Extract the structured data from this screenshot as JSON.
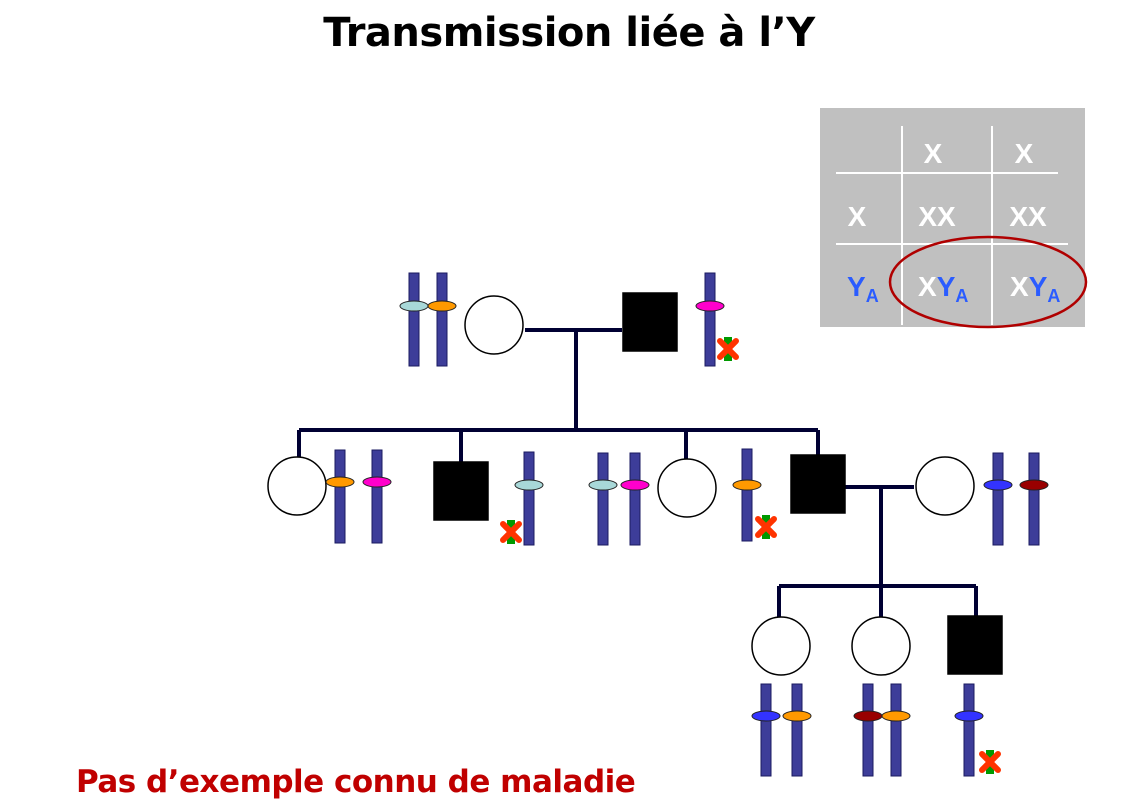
{
  "title": "Transmission liée à l’Y",
  "note": "Pas d’exemple connu de maladie",
  "colors": {
    "chromosome": "#3d3d99",
    "affected": "#000000",
    "note": "#c00000",
    "punnett_bg": "#c0c0c0",
    "punnett_text": "#ffffff",
    "y_text": "#2a5cff",
    "circle": "#b00000",
    "mutation_x": "#ff3300",
    "mutation_cross": "#009900",
    "alleles": {
      "lightblue": "#a8d8d8",
      "orange": "#ff9900",
      "magenta": "#ff00cc",
      "blue": "#3333ff",
      "darkred": "#990000"
    }
  },
  "punnett": {
    "col_headers": [
      "X",
      "X"
    ],
    "rows": [
      {
        "header": "X",
        "cells": [
          "XX",
          "XX"
        ]
      },
      {
        "header": "Y",
        "header_sub": "A",
        "cells": [
          {
            "main": "X",
            "y": "Y",
            "sub": "A"
          },
          {
            "main": "X",
            "y": "Y",
            "sub": "A"
          }
        ]
      }
    ]
  },
  "pedigree": {
    "generations": [
      {
        "members": [
          {
            "sex": "female",
            "affected": false,
            "chromosomes": [
              "lightblue",
              "orange"
            ]
          },
          {
            "sex": "male",
            "affected": true,
            "chromosomes": [
              "magenta"
            ],
            "mutation": true
          }
        ]
      },
      {
        "members": [
          {
            "sex": "female",
            "affected": false,
            "chromosomes": [
              "orange",
              "magenta"
            ]
          },
          {
            "sex": "male",
            "affected": true,
            "chromosomes": [
              "lightblue"
            ],
            "mutation": true
          },
          {
            "sex": "female",
            "affected": false,
            "chromosomes": [
              "lightblue",
              "magenta"
            ]
          },
          {
            "sex": "male",
            "affected": true,
            "chromosomes": [
              "orange"
            ],
            "mutation": true
          },
          {
            "sex": "female",
            "affected": false,
            "chromosomes": [
              "blue",
              "darkred"
            ]
          }
        ]
      },
      {
        "members": [
          {
            "sex": "female",
            "affected": false,
            "chromosomes": [
              "blue",
              "orange"
            ]
          },
          {
            "sex": "female",
            "affected": false,
            "chromosomes": [
              "darkred",
              "orange"
            ]
          },
          {
            "sex": "male",
            "affected": true,
            "chromosomes": [
              "blue"
            ],
            "mutation": true
          }
        ]
      }
    ]
  }
}
